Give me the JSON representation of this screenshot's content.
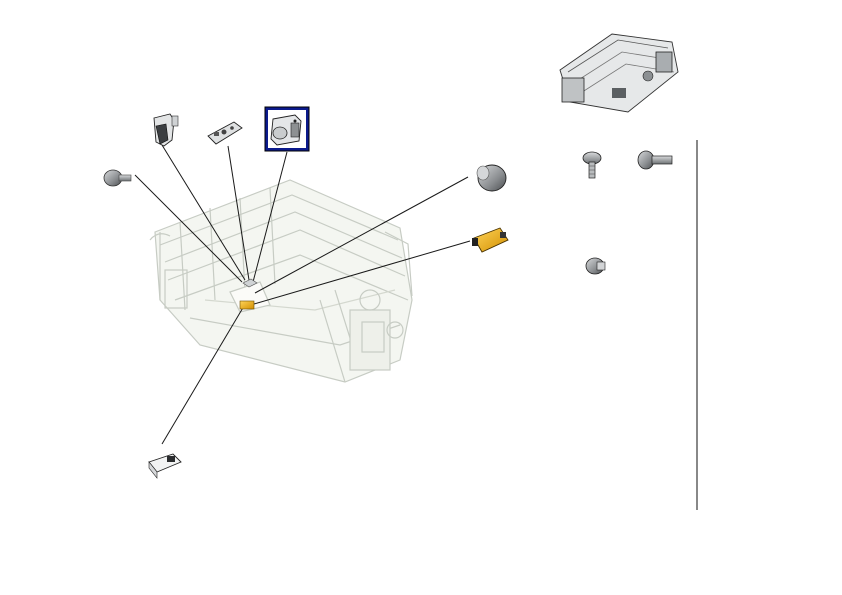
{
  "diagram": {
    "parts": [
      {
        "id": "bracket-left",
        "icon": "bracket-icon"
      },
      {
        "id": "plate-sensor",
        "icon": "plate-icon"
      },
      {
        "id": "sensor-holder",
        "icon": "sensor-holder-icon",
        "selected": true
      },
      {
        "id": "screw-pan-left",
        "icon": "screw-icon"
      },
      {
        "id": "gear-knob",
        "icon": "gear-knob-icon"
      },
      {
        "id": "sensor-yellow",
        "icon": "photo-sensor-icon"
      },
      {
        "id": "switch-bottom",
        "icon": "switch-icon"
      }
    ],
    "hardware": [
      {
        "id": "screw-flange",
        "icon": "flange-screw-icon"
      },
      {
        "id": "screw-shoulder",
        "icon": "shoulder-screw-icon"
      },
      {
        "id": "screw-stepped",
        "icon": "stepped-screw-icon"
      }
    ],
    "colors": {
      "accent_selected": "#0b1a8c",
      "sensor_yellow": "#f1b31c",
      "metal_gray": "#7f8284",
      "ghost_outline": "#c7ccc4"
    }
  }
}
